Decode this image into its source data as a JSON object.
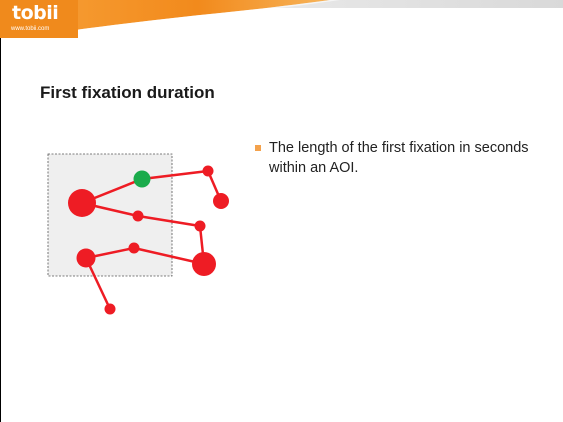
{
  "logo": {
    "word": "tobii",
    "url": "www.tobii.com"
  },
  "title": "First fixation duration",
  "bullets": [
    "The length of the first fixation in seconds within an AOI."
  ],
  "colors": {
    "fixation": "#ee1c24",
    "first_fixation": "#1aab4b",
    "aoi_fill": "#efefef",
    "bullet": "#f4a24c",
    "header_orange": "#f28a1c"
  }
}
